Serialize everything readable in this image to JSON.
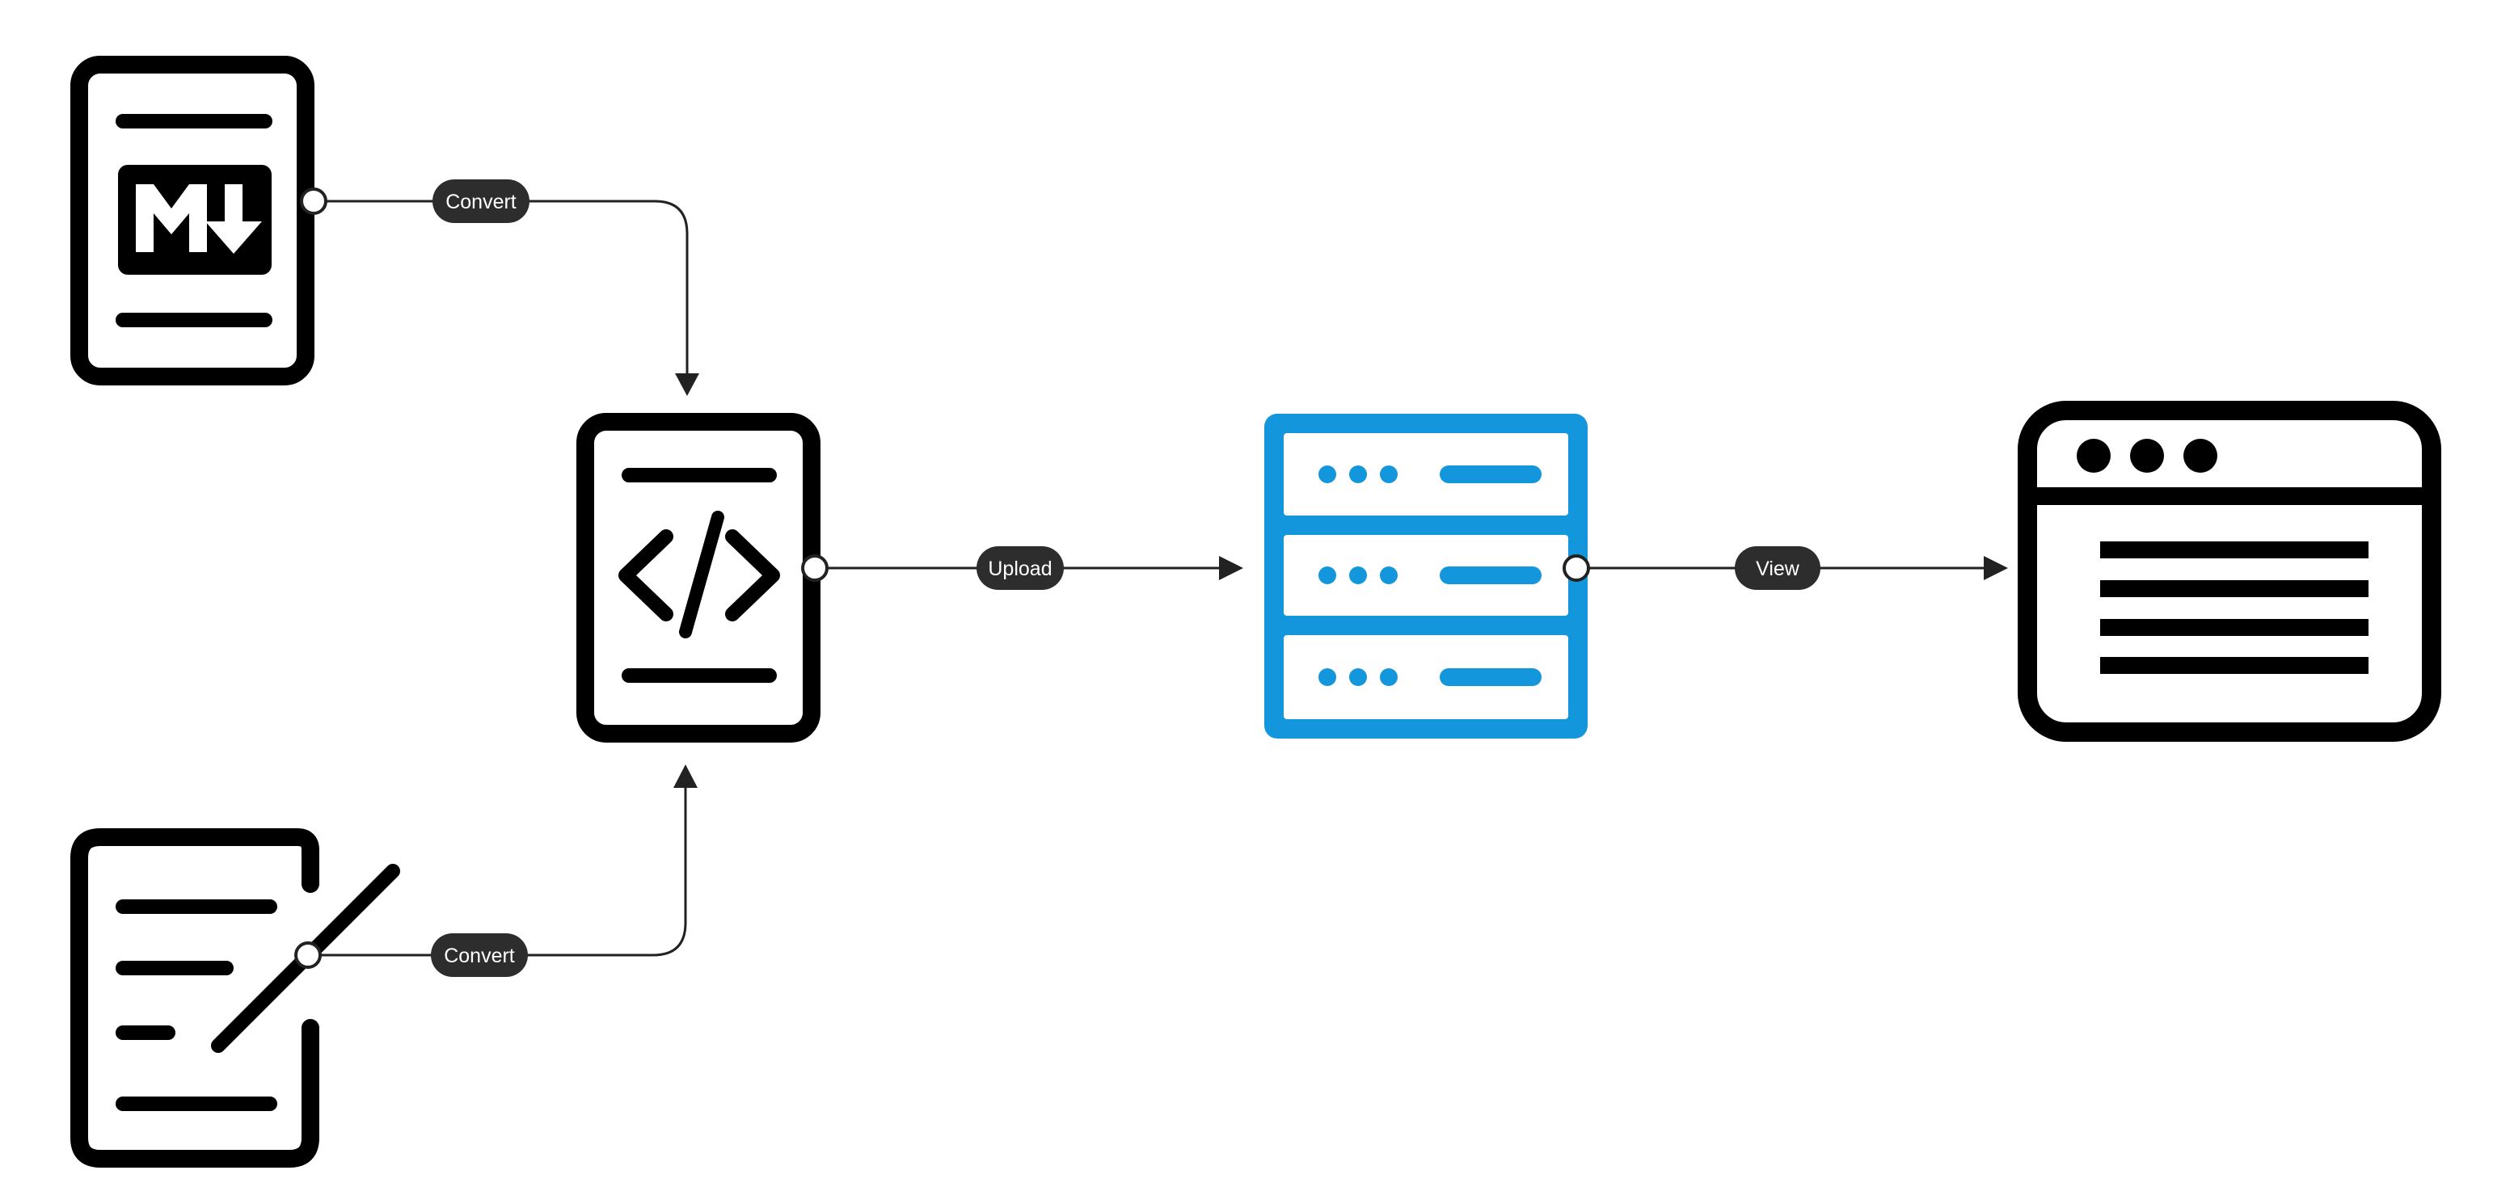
{
  "diagram": {
    "nodes": [
      {
        "id": "markdown-file",
        "icon": "markdown-document-icon"
      },
      {
        "id": "text-file",
        "icon": "edit-document-icon"
      },
      {
        "id": "html-file",
        "icon": "code-document-icon"
      },
      {
        "id": "server",
        "icon": "server-icon"
      },
      {
        "id": "browser",
        "icon": "browser-window-icon"
      }
    ],
    "edges": [
      {
        "from": "markdown-file",
        "to": "html-file",
        "label": "Convert"
      },
      {
        "from": "text-file",
        "to": "html-file",
        "label": "Convert"
      },
      {
        "from": "html-file",
        "to": "server",
        "label": "Upload"
      },
      {
        "from": "server",
        "to": "browser",
        "label": "View"
      }
    ],
    "colors": {
      "ink": "#000000",
      "server": "#1496dc",
      "connector": "#222222",
      "label_bg": "#2d2d2d",
      "label_text": "#ffffff"
    }
  }
}
